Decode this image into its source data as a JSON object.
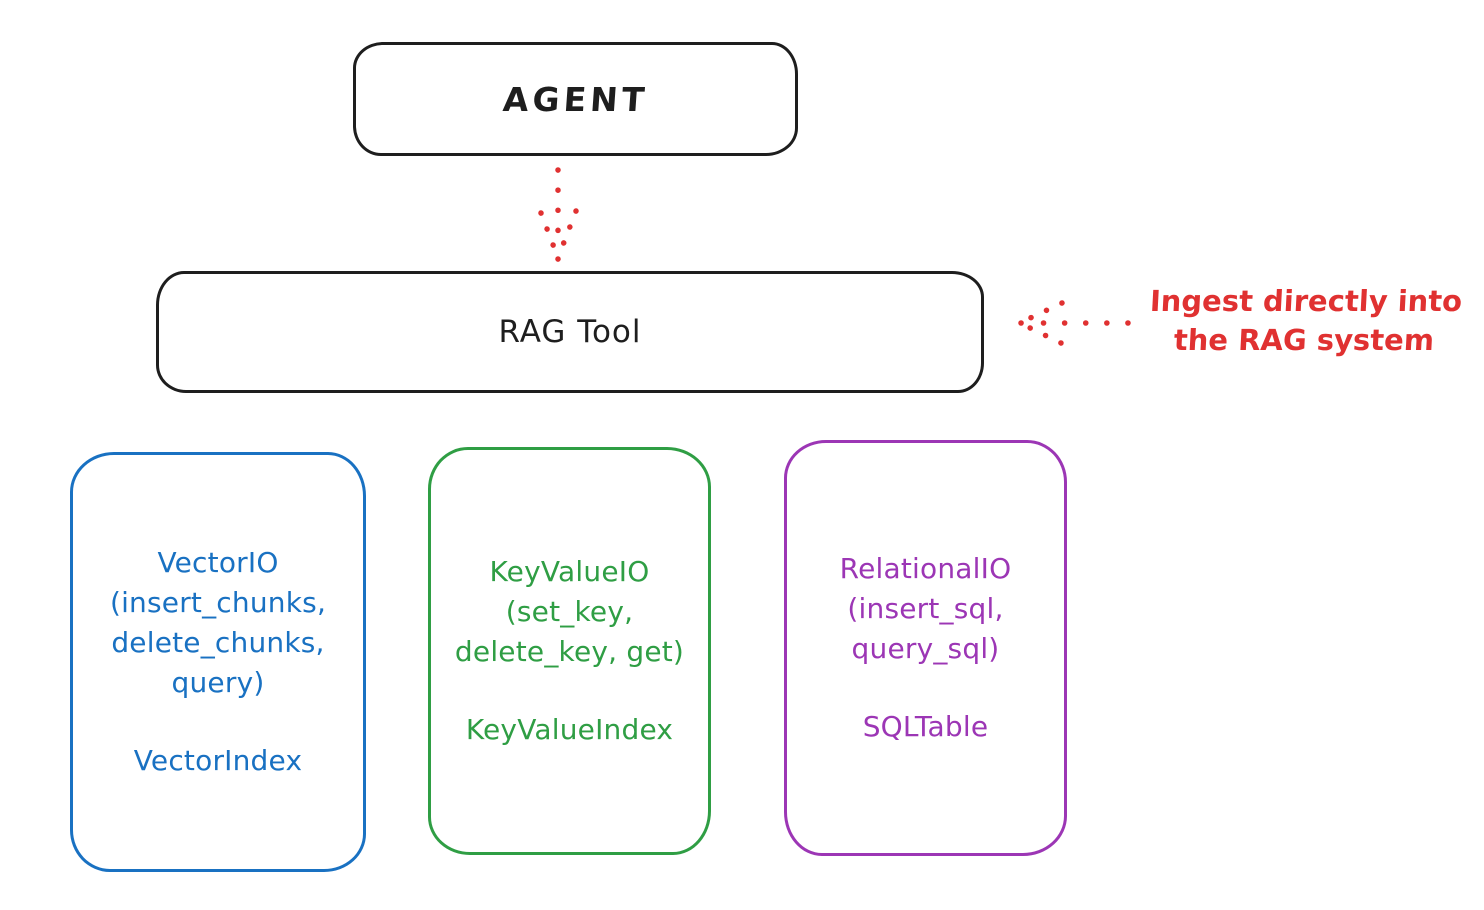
{
  "canvas": {
    "background": "#ffffff"
  },
  "agent_box": {
    "label": "AGENT",
    "border_color": "#1e1e1e",
    "text_color": "#1e1e1e"
  },
  "rag_tool_box": {
    "label": "RAG Tool",
    "border_color": "#1e1e1e",
    "text_color": "#1e1e1e"
  },
  "flow_arrow": {
    "description": "dotted arrow from agent box down to rag tool box",
    "style": "dotted",
    "direction": "down",
    "color": "#e03131"
  },
  "annotation": {
    "text": "Ingest directly into\nthe RAG system",
    "color": "#e03131",
    "arrow": {
      "description": "dotted arrow pointing left at rag tool box",
      "style": "dotted",
      "direction": "left",
      "color": "#e03131"
    }
  },
  "storage_boxes": [
    {
      "name": "vector-io-box",
      "color": "#1971c2",
      "methods": "VectorIO\n(insert_chunks,\ndelete_chunks,\nquery)",
      "index": "VectorIndex"
    },
    {
      "name": "keyvalue-io-box",
      "color": "#2f9e44",
      "methods": "KeyValueIO\n(set_key,\ndelete_key, get)",
      "index": "KeyValueIndex"
    },
    {
      "name": "relational-io-box",
      "color": "#9c36b5",
      "methods": "RelationalIO\n(insert_sql,\nquery_sql)",
      "index": "SQLTable"
    }
  ]
}
